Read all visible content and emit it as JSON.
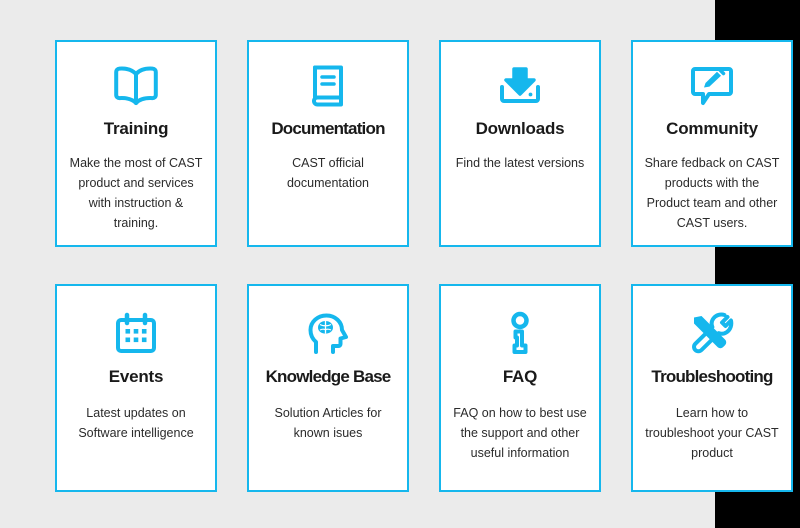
{
  "theme": {
    "accent": "#15b7ed",
    "card_background": "#ffffff",
    "plate_background": "#ebebeb",
    "panel_background": "#000000",
    "title_color": "#1a1a1a",
    "text_color": "#2b2b2b"
  },
  "cards": [
    {
      "id": "training",
      "icon": "open-book-icon",
      "title": "Training",
      "description": "Make the most of CAST product and services with instruction & training."
    },
    {
      "id": "documentation",
      "icon": "book-document-icon",
      "title": "Documentation",
      "description": "CAST official documentation"
    },
    {
      "id": "downloads",
      "icon": "download-tray-icon",
      "title": "Downloads",
      "description": "Find the latest versions"
    },
    {
      "id": "community",
      "icon": "speech-bubble-pencil-icon",
      "title": "Community",
      "description": "Share fedback on CAST products with the Product team and other CAST users."
    },
    {
      "id": "events",
      "icon": "calendar-icon",
      "title": "Events",
      "description": "Latest updates on Software intelligence"
    },
    {
      "id": "knowledge-base",
      "icon": "head-brain-icon",
      "title": "Knowledge Base",
      "description": "Solution Articles for known isues"
    },
    {
      "id": "faq",
      "icon": "info-icon",
      "title": "FAQ",
      "description": "FAQ on how to best use the support and other useful information"
    },
    {
      "id": "troubleshooting",
      "icon": "screwdriver-wrench-icon",
      "title": "Troubleshooting",
      "description": "Learn how to troubleshoot your CAST product"
    }
  ]
}
